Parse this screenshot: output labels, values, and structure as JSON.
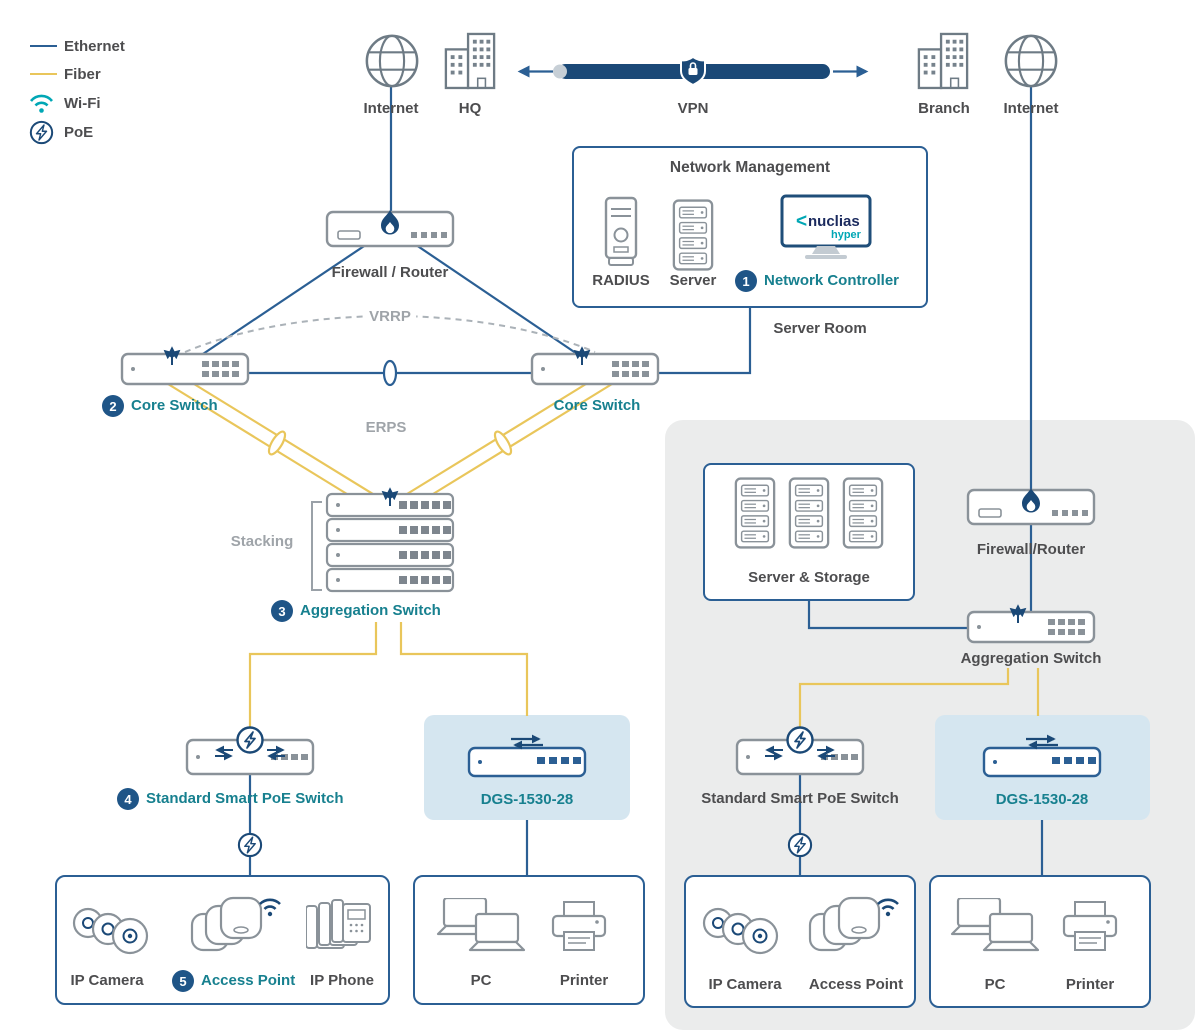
{
  "legend": {
    "ethernet": "Ethernet",
    "fiber": "Fiber",
    "wifi": "Wi-Fi",
    "poe": "PoE"
  },
  "top": {
    "internet_left": "Internet",
    "hq": "HQ",
    "vpn": "VPN",
    "branch": "Branch",
    "internet_right": "Internet"
  },
  "management": {
    "title": "Network Management",
    "radius": "RADIUS",
    "server": "Server",
    "controller_num": "1",
    "controller": "Network Controller",
    "room": "Server Room",
    "brand_mark": "<",
    "brand": "nuclias",
    "brand_tagline": "hyper"
  },
  "hq": {
    "firewall": "Firewall / Router",
    "vrrp": "VRRP",
    "core_num": "2",
    "core_left": "Core Switch",
    "core_right": "Core Switch",
    "erps": "ERPS",
    "stacking": "Stacking",
    "agg_num": "3",
    "aggregation": "Aggregation Switch",
    "poe_num": "4",
    "poe_switch": "Standard Smart PoE Switch",
    "dgs": "DGS-1530-28",
    "ip_camera": "IP Camera",
    "ap_num": "5",
    "access_point": "Access Point",
    "ip_phone": "IP Phone",
    "pc": "PC",
    "printer": "Printer"
  },
  "branch": {
    "firewall": "Firewall/Router",
    "server_storage": "Server & Storage",
    "aggregation": "Aggregation Switch",
    "poe_switch": "Standard Smart PoE Switch",
    "dgs": "DGS-1530-28",
    "ip_camera": "IP Camera",
    "access_point": "Access Point",
    "pc": "PC",
    "printer": "Printer"
  },
  "colors": {
    "ethernet_line": "#2B5F94",
    "fiber_line": "#E9C65B",
    "teal_text": "#17808F",
    "navy_icon": "#1B4977",
    "label_text": "#4D4D4F",
    "muted_text": "#9FA4A9",
    "badge_bg": "#1F5587",
    "panel_bg": "#EBECEC",
    "highlight_bg": "#D5E6F0"
  }
}
